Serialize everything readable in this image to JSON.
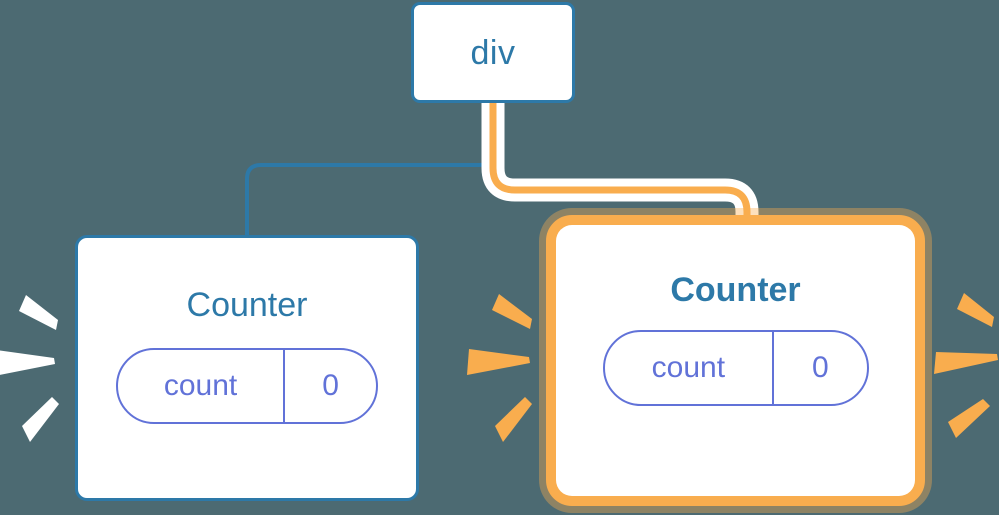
{
  "diagram": {
    "background_color": "#4c6a72",
    "title": "component tree re-render highlight",
    "nodes": [
      {
        "id": "div",
        "label": "div",
        "kind": "element-node",
        "highlighted": false,
        "border_color": "#2d79a8",
        "text_color": "#2d79a8"
      },
      {
        "id": "counter-left",
        "label": "Counter",
        "kind": "component-node",
        "highlighted": false,
        "border_color": "#2d79a8",
        "text_color": "#2d79a8",
        "state": {
          "key": "count",
          "value": "0",
          "color": "#6172d8"
        }
      },
      {
        "id": "counter-right",
        "label": "Counter",
        "kind": "component-node",
        "highlighted": true,
        "border_color": "#f9ad4e",
        "glow_color": "#fbd49c",
        "text_color": "#2d79a8",
        "state": {
          "key": "count",
          "value": "0",
          "color": "#6172d8"
        }
      }
    ],
    "edges": [
      {
        "id": "edge-div-to-counter-left",
        "from": "div",
        "to": "counter-left",
        "color": "#2d79a8",
        "highlighted": false
      },
      {
        "id": "edge-div-to-counter-right",
        "from": "div",
        "to": "counter-right",
        "color": "#f9ad4e",
        "halo_color": "#ffffff",
        "highlighted": true
      }
    ],
    "bursts": [
      {
        "id": "burst-left-of-counter-left",
        "color": "#ffffff",
        "spikes": 3
      },
      {
        "id": "burst-right-of-counter-left",
        "color": "#f9ad4e",
        "spikes": 3
      },
      {
        "id": "burst-right-of-counter-right",
        "color": "#f9ad4e",
        "spikes": 3
      }
    ]
  }
}
